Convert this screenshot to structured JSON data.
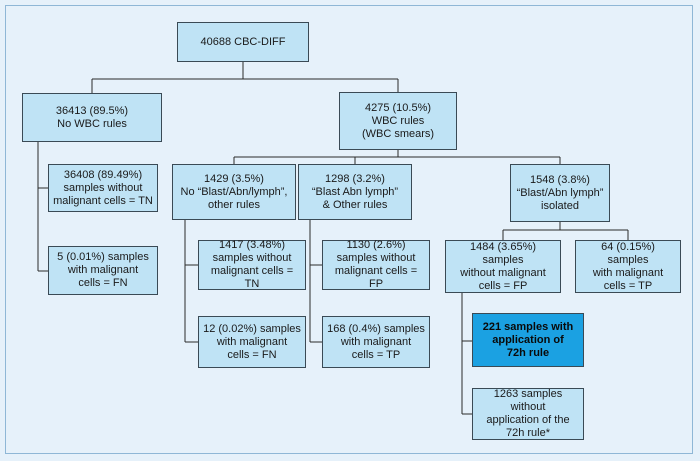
{
  "nodes": {
    "root": "40688 CBC-DIFF",
    "no_wbc": "36413 (89.5%)\nNo WBC rules",
    "wbc": "4275 (10.5%)\nWBC rules\n(WBC smears)",
    "no_wbc_tn": "36408 (89.49%)\nsamples without\nmalignant cells = TN",
    "no_wbc_fn": "5 (0.01%) samples\nwith malignant\ncells = FN",
    "no_blast": "1429 (3.5%)\nNo “Blast/Abn/lymph”,\nother rules",
    "blast_other": "1298 (3.2%)\n“Blast Abn lymph”\n& Other rules",
    "blast_isolated": "1548 (3.8%)\n“Blast/Abn lymph”\nisolated",
    "no_blast_tn": "1417 (3.48%)\nsamples without\nmalignant cells = TN",
    "no_blast_fn": "12 (0.02%) samples\nwith malignant\ncells = FN",
    "blast_other_fp": "1130 (2.6%)\nsamples without\nmalignant cells = FP",
    "blast_other_tp": "168 (0.4%) samples\nwith malignant\ncells = TP",
    "isolated_fp": "1484 (3.65%) samples\nwithout malignant\ncells = FP",
    "isolated_tp": "64 (0.15%) samples\nwith malignant\ncells = TP",
    "rule_72h": "221 samples with\napplication of\n72h rule",
    "no_rule_72h": "1263 samples without\napplication of the\n72h rule*"
  },
  "colors": {
    "background": "#e6f1fa",
    "box_fill": "#bfe3f5",
    "highlight_fill": "#1ba1e2",
    "border": "#3a4a55"
  }
}
